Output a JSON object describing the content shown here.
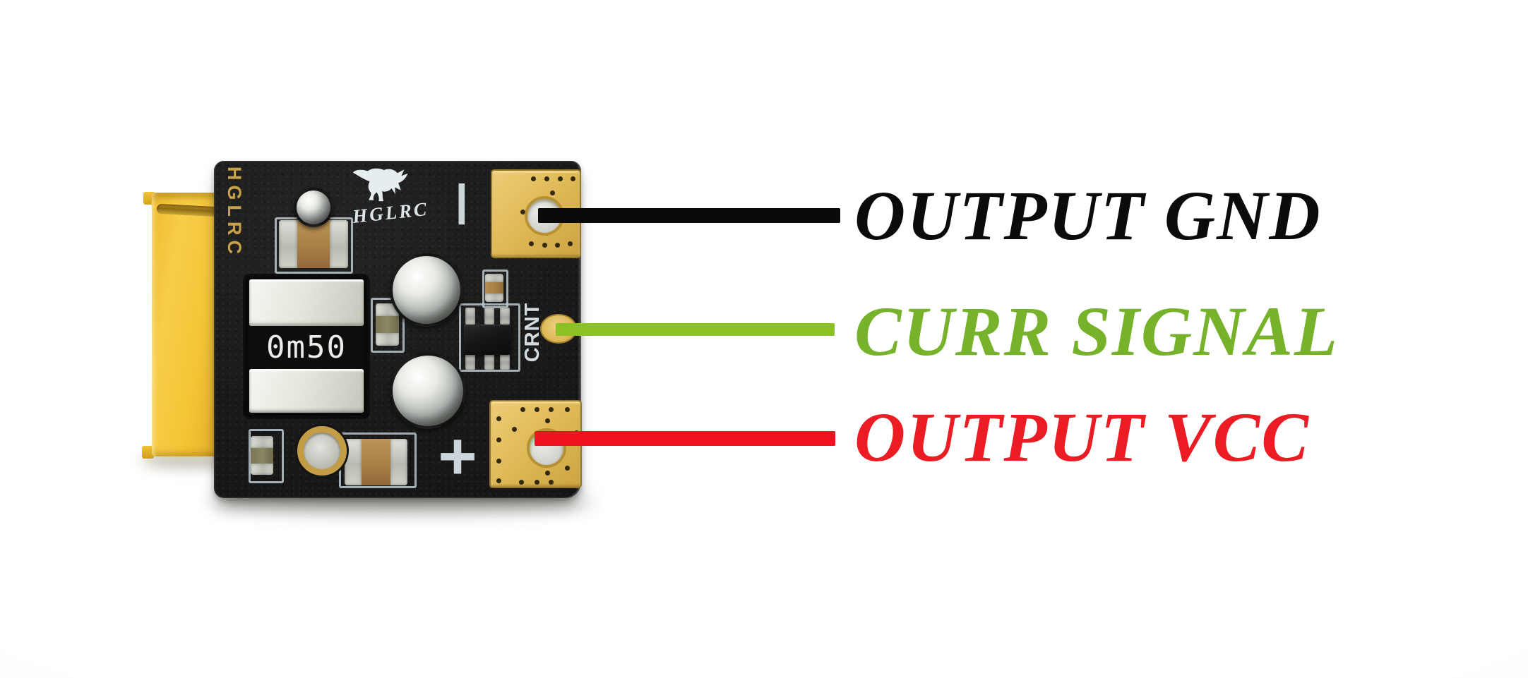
{
  "diagram": {
    "connections": [
      {
        "id": "output-gnd",
        "label": "OUTPUT GND",
        "pad_marking": "−",
        "wire_color": "#0a0a0a",
        "label_color": "#0b0b0b"
      },
      {
        "id": "curr-signal",
        "label": "CURR SIGNAL",
        "pad_marking": "CRNT",
        "wire_color": "#8dc226",
        "label_color": "#76b22a"
      },
      {
        "id": "output-vcc",
        "label": "OUTPUT VCC",
        "pad_marking": "+",
        "wire_color": "#f2111f",
        "label_color": "#ec1c24"
      }
    ]
  },
  "board": {
    "side_brand": "HGLRC",
    "logo_text": "HGLRC",
    "logo_icon": "dinosaur-logo",
    "shunt_marking": "0m50",
    "pin_label": "CRNT",
    "polarity_minus": "−",
    "polarity_plus": "+"
  },
  "colors": {
    "background": "#ffffff",
    "pcb": "#1b1b1b",
    "pad_gold": "#ddb754",
    "silkscreen": "#c3ced3",
    "xt60_yellow": "#f2c334",
    "wire_gnd": "#0a0a0a",
    "wire_curr": "#8dc226",
    "wire_vcc": "#f2111f",
    "label_gnd": "#0b0b0b",
    "label_curr": "#76b22a",
    "label_vcc": "#ec1c24"
  }
}
